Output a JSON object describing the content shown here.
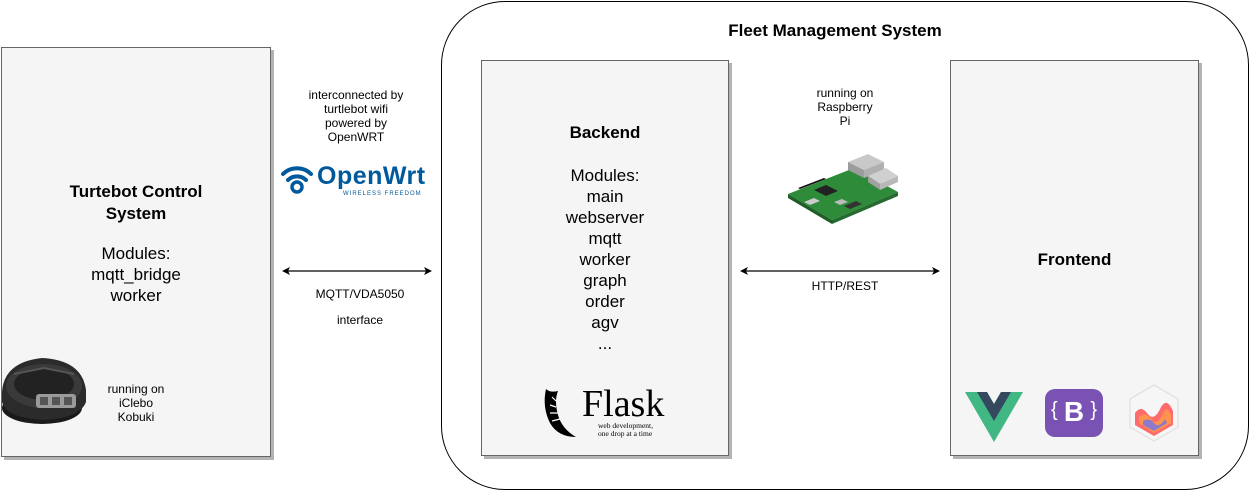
{
  "fleet": {
    "title": "Fleet Management System"
  },
  "turtlebot": {
    "title_line1": "Turtebot Control",
    "title_line2": "System",
    "modules_label": "Modules:",
    "modules": [
      "mqtt_bridge",
      "worker"
    ],
    "running_on": [
      "running on",
      "iClebo",
      "Kobuki"
    ]
  },
  "backend": {
    "title": "Backend",
    "modules_label": "Modules:",
    "modules": [
      "main",
      "webserver",
      "mqtt",
      "worker",
      "graph",
      "order",
      "agv",
      "..."
    ],
    "logo_word": "Flask",
    "logo_tagline": [
      "web development,",
      "one drop at a time"
    ]
  },
  "frontend": {
    "title": "Frontend",
    "logo_bootstrap_letter": "B"
  },
  "openwrt": {
    "note": [
      "interconnected by",
      "turtlebot wifi",
      "powered by",
      "OpenWRT"
    ],
    "logo_word": "OpenWrt",
    "logo_tagline": "WIRELESS FREEDOM",
    "link_label": "MQTT/VDA5050",
    "link_sublabel": "interface"
  },
  "raspberry": {
    "note": [
      "running on",
      "Raspberry",
      "Pi"
    ],
    "link_label": "HTTP/REST"
  },
  "colors": {
    "openwrt_blue": "#00599c",
    "vue_green": "#41b883",
    "vue_dark": "#34495e",
    "bootstrap_purple": "#7952b3",
    "flask_black": "#000000"
  }
}
